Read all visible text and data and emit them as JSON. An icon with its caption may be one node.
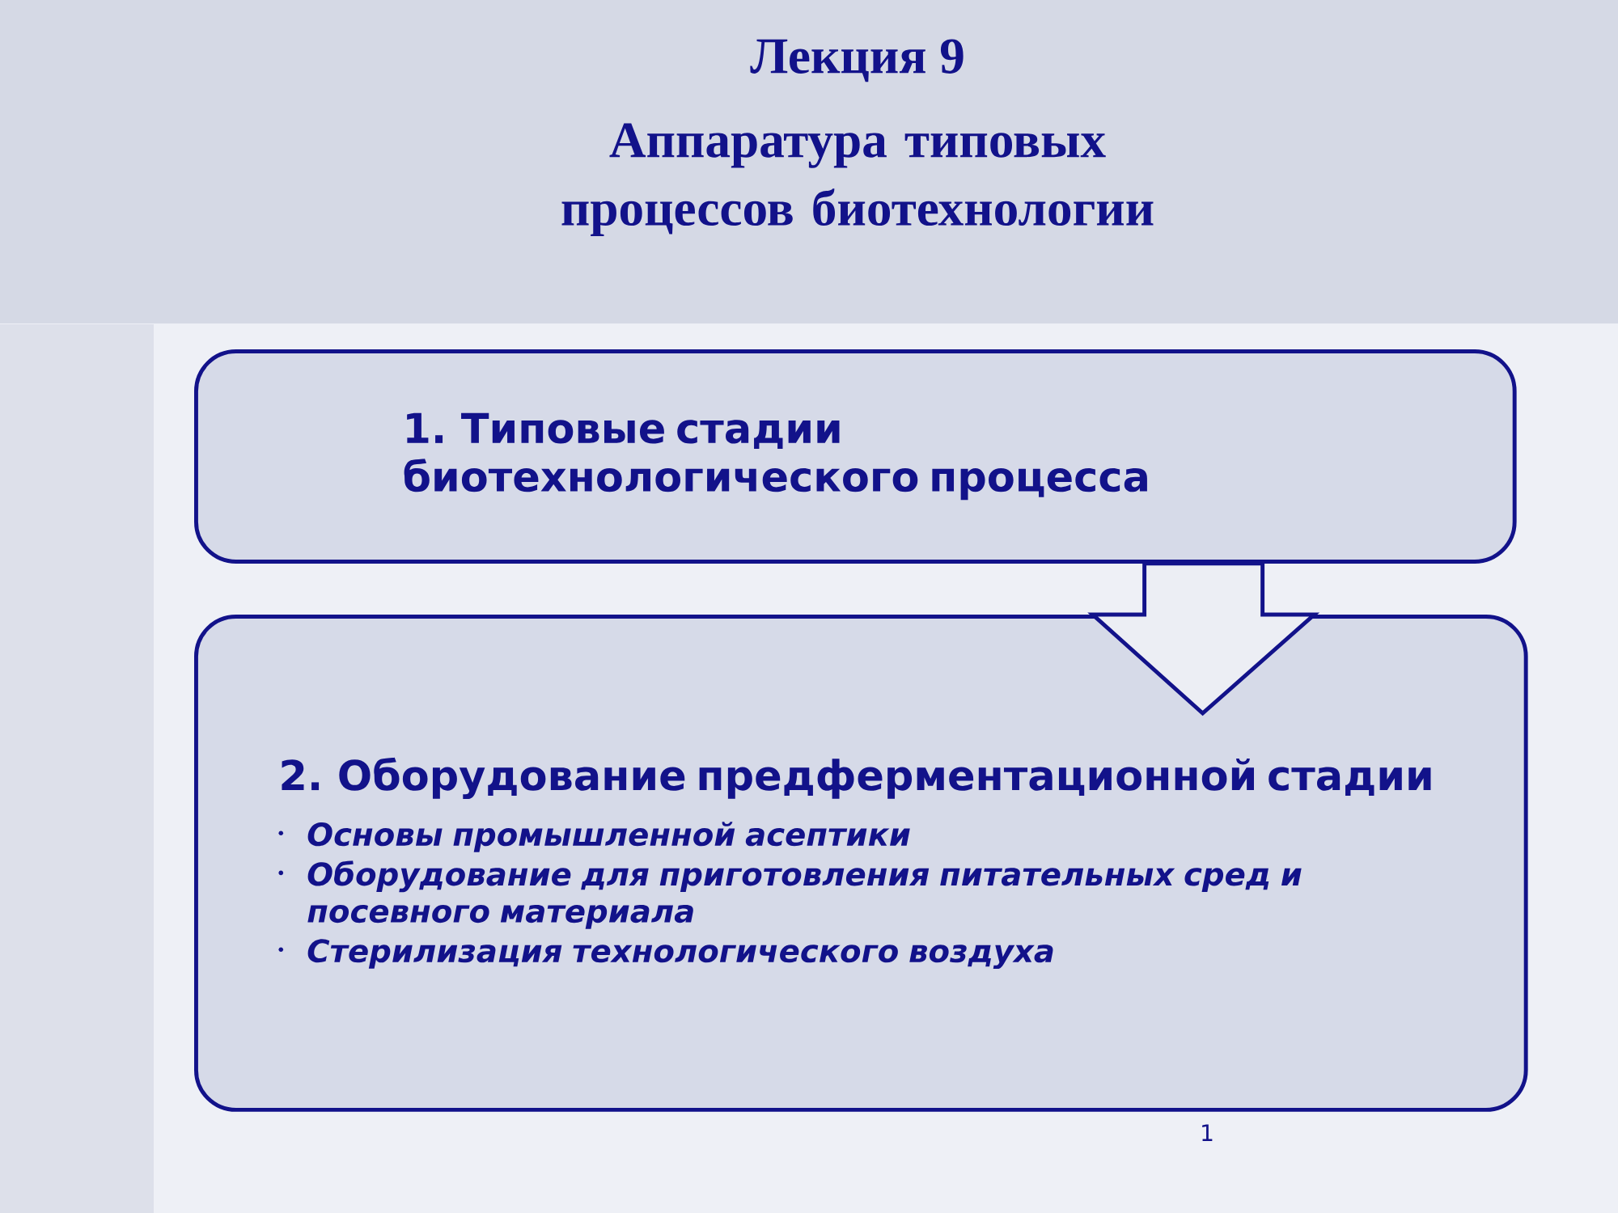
{
  "diagram": {
    "title": "Лекция 9",
    "nodes": [
      {
        "text": [
          "1. Типовые стадии биотехнологического процесса"
        ]
      },
      {
        "text": [
          "2. Оборудование предферментационной стадии",
          "Основы промышленной асептики",
          "Оборудование для приготовления питательных сред и посевного материала",
          "Стерилизация технологического воздуха"
        ]
      }
    ],
    "edges": [
      {
        "from": 0,
        "to": 1,
        "arrow": "to"
      }
    ],
    "labels": [
      "Аппаратура типовых процессов биотехнологии",
      "1"
    ]
  }
}
